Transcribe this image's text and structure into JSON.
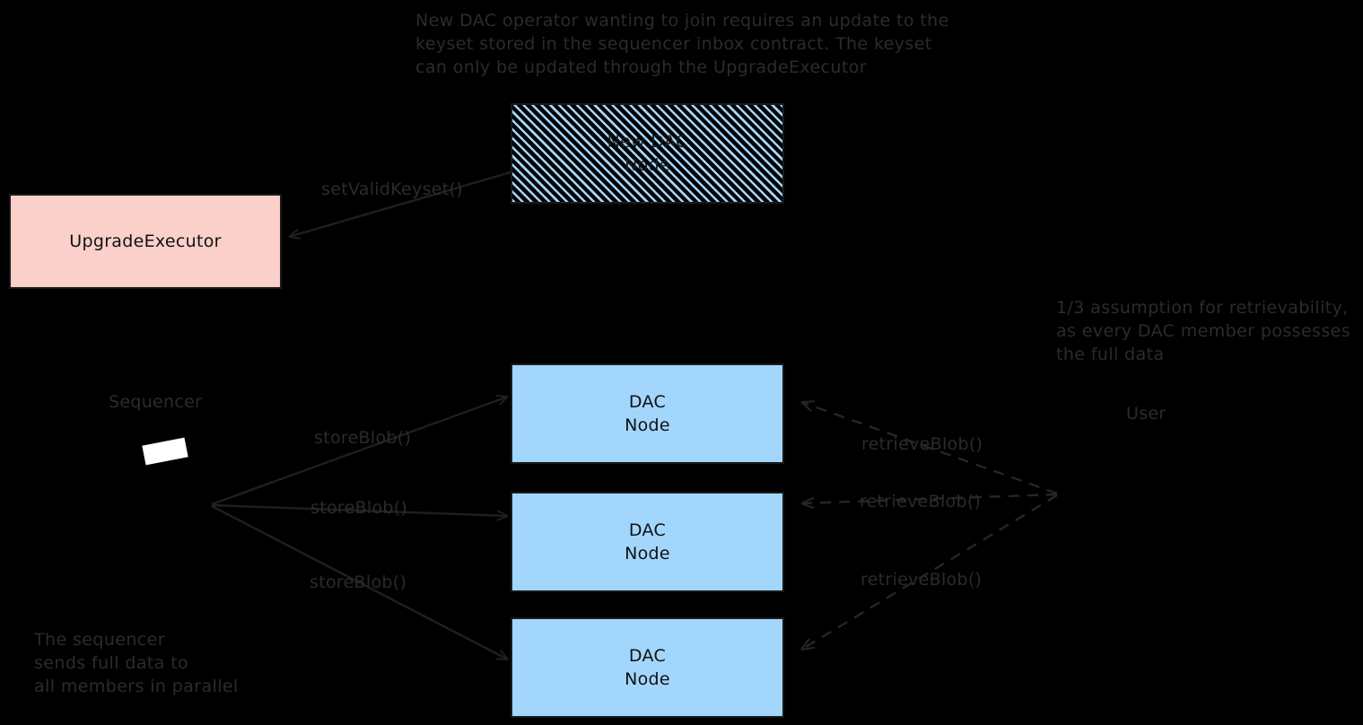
{
  "diagram": {
    "title_note": "New DAC operator wanting to join requires an update to the\nkeyset stored in the sequencer inbox contract. The keyset\ncan only be updated through the UpgradeExecutor",
    "retrievability_note": "1/3 assumption for retrievability,\nas every DAC member possesses\nthe full data",
    "sequencer_note": "The sequencer\nsends full data to\nall members in parallel",
    "colors": {
      "background": "#000000",
      "pink_fill": "#fbcfca",
      "blue_fill": "#a3d6fd",
      "stroke": "#1a1a1a",
      "text": "#2b2b2b",
      "token_fill": "#ffffff"
    },
    "nodes": {
      "new_dac_node": "New DAC\nNode",
      "upgrade_executor": "UpgradeExecutor",
      "dac_node_1": "DAC\nNode",
      "dac_node_2": "DAC\nNode",
      "dac_node_3": "DAC\nNode"
    },
    "actors": {
      "sequencer": "Sequencer",
      "user": "User"
    },
    "edges": {
      "set_valid_keyset": "setValidKeyset()",
      "store_blob_1": "storeBlob()",
      "store_blob_2": "storeBlob()",
      "store_blob_3": "storeBlob()",
      "retrieve_blob_1": "retrieveBlob()",
      "retrieve_blob_2": "retrieveBlob()",
      "retrieve_blob_3": "retrieveBlob()"
    }
  }
}
